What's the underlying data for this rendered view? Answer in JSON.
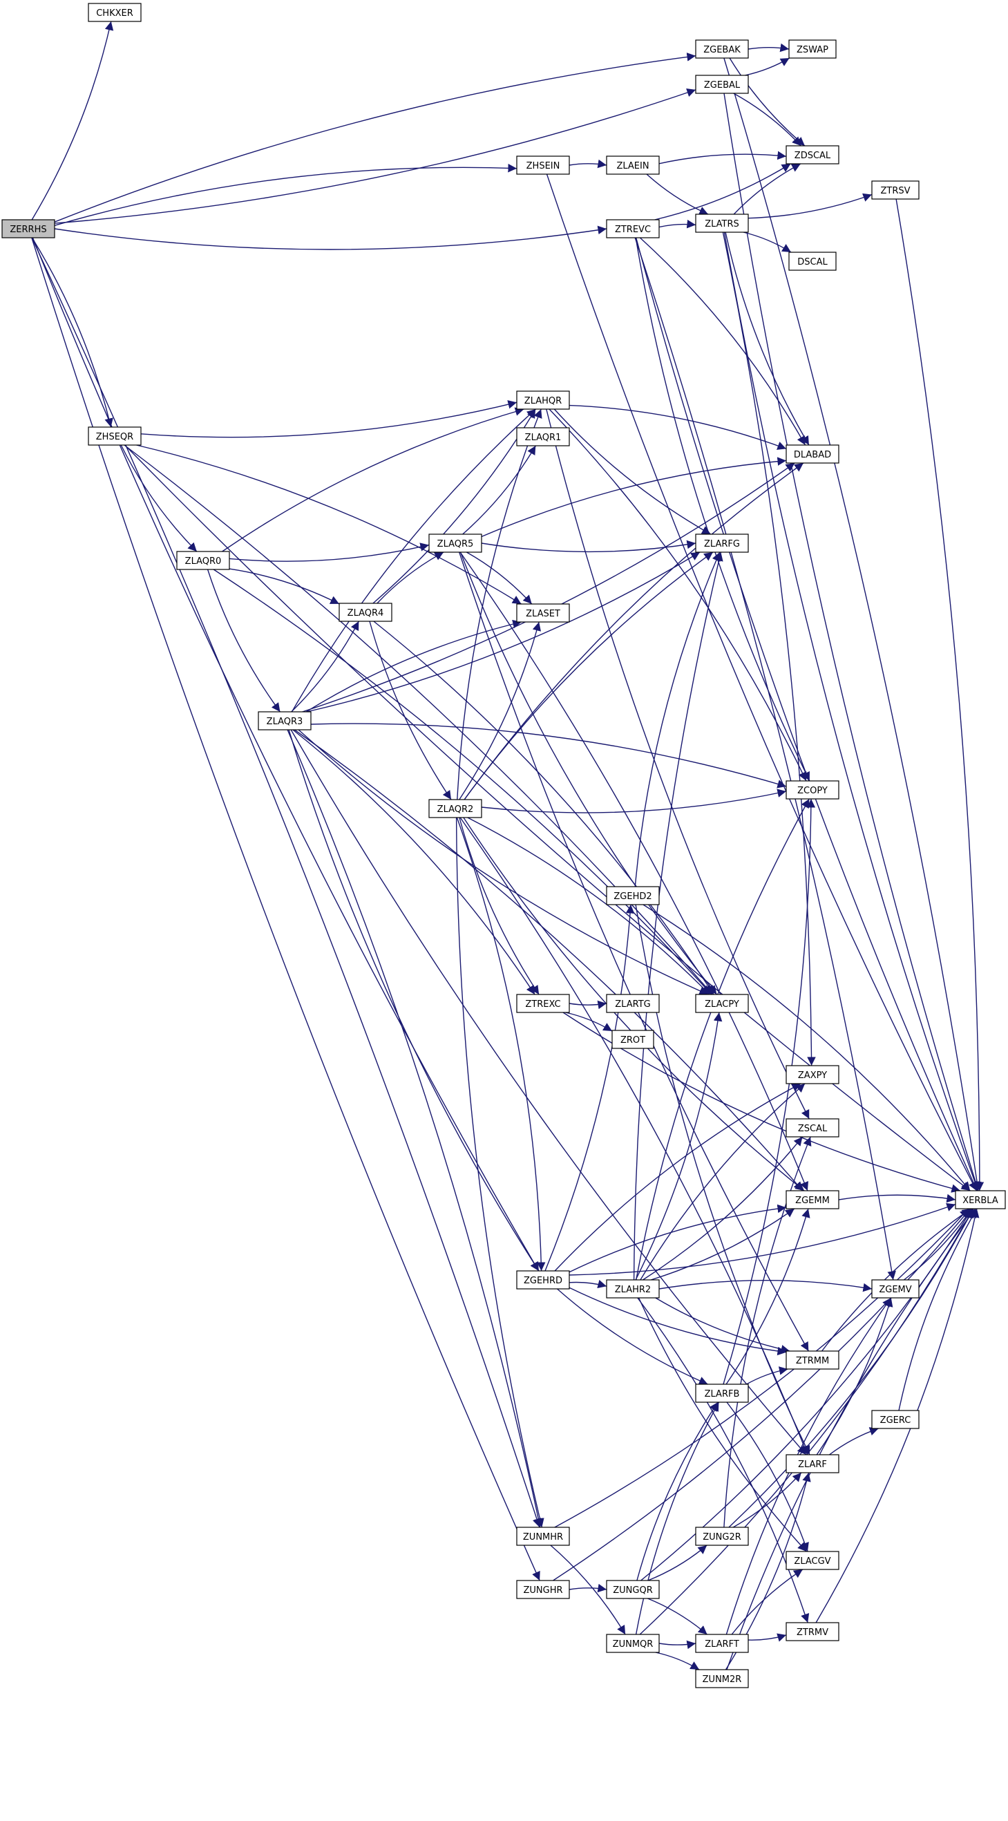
{
  "nodes": [
    {
      "id": "ZERRHS",
      "label": "ZERRHS",
      "highlight": true
    },
    {
      "id": "CHKXER",
      "label": "CHKXER"
    },
    {
      "id": "ZGEBAK",
      "label": "ZGEBAK"
    },
    {
      "id": "ZSWAP",
      "label": "ZSWAP"
    },
    {
      "id": "ZGEBAL",
      "label": "ZGEBAL"
    },
    {
      "id": "ZHSEIN",
      "label": "ZHSEIN"
    },
    {
      "id": "ZLAEIN",
      "label": "ZLAEIN"
    },
    {
      "id": "ZDSCAL",
      "label": "ZDSCAL"
    },
    {
      "id": "ZTRSV",
      "label": "ZTRSV"
    },
    {
      "id": "ZTREVC",
      "label": "ZTREVC"
    },
    {
      "id": "ZLATRS",
      "label": "ZLATRS"
    },
    {
      "id": "DSCAL",
      "label": "DSCAL"
    },
    {
      "id": "ZLAHQR",
      "label": "ZLAHQR"
    },
    {
      "id": "ZHSEQR",
      "label": "ZHSEQR"
    },
    {
      "id": "ZLAQR1",
      "label": "ZLAQR1"
    },
    {
      "id": "DLABAD",
      "label": "DLABAD"
    },
    {
      "id": "ZLAQR5",
      "label": "ZLAQR5"
    },
    {
      "id": "ZLARFG",
      "label": "ZLARFG"
    },
    {
      "id": "ZLAQR0",
      "label": "ZLAQR0"
    },
    {
      "id": "ZLAQR4",
      "label": "ZLAQR4"
    },
    {
      "id": "ZLASET",
      "label": "ZLASET"
    },
    {
      "id": "ZLAQR3",
      "label": "ZLAQR3"
    },
    {
      "id": "ZCOPY",
      "label": "ZCOPY"
    },
    {
      "id": "ZLAQR2",
      "label": "ZLAQR2"
    },
    {
      "id": "ZGEHD2",
      "label": "ZGEHD2"
    },
    {
      "id": "ZTREXC",
      "label": "ZTREXC"
    },
    {
      "id": "ZLARTG",
      "label": "ZLARTG"
    },
    {
      "id": "ZLACPY",
      "label": "ZLACPY"
    },
    {
      "id": "ZROT",
      "label": "ZROT"
    },
    {
      "id": "ZAXPY",
      "label": "ZAXPY"
    },
    {
      "id": "ZSCAL",
      "label": "ZSCAL"
    },
    {
      "id": "ZGEMM",
      "label": "ZGEMM"
    },
    {
      "id": "XERBLA",
      "label": "XERBLA"
    },
    {
      "id": "ZGEHRD",
      "label": "ZGEHRD"
    },
    {
      "id": "ZLAHR2",
      "label": "ZLAHR2"
    },
    {
      "id": "ZGEMV",
      "label": "ZGEMV"
    },
    {
      "id": "ZTRMM",
      "label": "ZTRMM"
    },
    {
      "id": "ZLARFB",
      "label": "ZLARFB"
    },
    {
      "id": "ZGERC",
      "label": "ZGERC"
    },
    {
      "id": "ZLARF",
      "label": "ZLARF"
    },
    {
      "id": "ZUNG2R",
      "label": "ZUNG2R"
    },
    {
      "id": "ZUNMHR",
      "label": "ZUNMHR"
    },
    {
      "id": "ZLACGV",
      "label": "ZLACGV"
    },
    {
      "id": "ZUNGHR",
      "label": "ZUNGHR"
    },
    {
      "id": "ZUNGQR",
      "label": "ZUNGQR"
    },
    {
      "id": "ZUNMQR",
      "label": "ZUNMQR"
    },
    {
      "id": "ZLARFT",
      "label": "ZLARFT"
    },
    {
      "id": "ZTRMV",
      "label": "ZTRMV"
    },
    {
      "id": "ZUNM2R",
      "label": "ZUNM2R"
    }
  ],
  "edges": [
    [
      "ZERRHS",
      "CHKXER"
    ],
    [
      "ZERRHS",
      "ZGEBAK"
    ],
    [
      "ZERRHS",
      "ZGEBAL"
    ],
    [
      "ZERRHS",
      "ZHSEIN"
    ],
    [
      "ZERRHS",
      "ZTREVC"
    ],
    [
      "ZERRHS",
      "ZHSEQR"
    ],
    [
      "ZERRHS",
      "ZGEHRD"
    ],
    [
      "ZERRHS",
      "ZUNMHR"
    ],
    [
      "ZERRHS",
      "ZUNGHR"
    ],
    [
      "ZGEBAK",
      "ZSWAP"
    ],
    [
      "ZGEBAK",
      "ZDSCAL"
    ],
    [
      "ZGEBAK",
      "XERBLA"
    ],
    [
      "ZGEBAL",
      "ZSWAP"
    ],
    [
      "ZGEBAL",
      "ZDSCAL"
    ],
    [
      "ZGEBAL",
      "XERBLA"
    ],
    [
      "ZHSEIN",
      "ZLAEIN"
    ],
    [
      "ZHSEIN",
      "XERBLA"
    ],
    [
      "ZLAEIN",
      "ZDSCAL"
    ],
    [
      "ZLAEIN",
      "ZLATRS"
    ],
    [
      "ZTREVC",
      "ZLATRS"
    ],
    [
      "ZTREVC",
      "ZDSCAL"
    ],
    [
      "ZTREVC",
      "DLABAD"
    ],
    [
      "ZTREVC",
      "ZCOPY"
    ],
    [
      "ZTREVC",
      "ZGEMV"
    ],
    [
      "ZTREVC",
      "XERBLA"
    ],
    [
      "ZLATRS",
      "ZDSCAL"
    ],
    [
      "ZLATRS",
      "ZTRSV"
    ],
    [
      "ZLATRS",
      "DSCAL"
    ],
    [
      "ZLATRS",
      "DLABAD"
    ],
    [
      "ZLATRS",
      "ZAXPY"
    ],
    [
      "ZLATRS",
      "XERBLA"
    ],
    [
      "ZTRSV",
      "XERBLA"
    ],
    [
      "ZHSEQR",
      "ZLAHQR"
    ],
    [
      "ZHSEQR",
      "ZLASET"
    ],
    [
      "ZHSEQR",
      "ZLAQR0"
    ],
    [
      "ZHSEQR",
      "ZLACPY"
    ],
    [
      "ZHSEQR",
      "XERBLA"
    ],
    [
      "ZLAHQR",
      "DLABAD"
    ],
    [
      "ZLAHQR",
      "ZLARFG"
    ],
    [
      "ZLAHQR",
      "ZCOPY"
    ],
    [
      "ZLAHQR",
      "ZSCAL"
    ],
    [
      "ZLAQR0",
      "ZLAHQR"
    ],
    [
      "ZLAQR0",
      "ZLAQR5"
    ],
    [
      "ZLAQR0",
      "ZLAQR4"
    ],
    [
      "ZLAQR0",
      "ZLAQR3"
    ],
    [
      "ZLAQR0",
      "ZLACPY"
    ],
    [
      "ZLAQR4",
      "ZLAHQR"
    ],
    [
      "ZLAQR4",
      "ZLAQR5"
    ],
    [
      "ZLAQR4",
      "ZLAQR2"
    ],
    [
      "ZLAQR4",
      "ZLACPY"
    ],
    [
      "ZLAQR5",
      "ZLAQR1"
    ],
    [
      "ZLAQR5",
      "DLABAD"
    ],
    [
      "ZLAQR5",
      "ZLARFG"
    ],
    [
      "ZLAQR5",
      "ZLASET"
    ],
    [
      "ZLAQR5",
      "ZLACPY"
    ],
    [
      "ZLAQR5",
      "ZGEMM"
    ],
    [
      "ZLAQR5",
      "ZTRMM"
    ],
    [
      "ZLAQR3",
      "ZLAHQR"
    ],
    [
      "ZLAQR3",
      "ZLAQR4"
    ],
    [
      "ZLAQR3",
      "ZLASET"
    ],
    [
      "ZLAQR3",
      "DLABAD"
    ],
    [
      "ZLAQR3",
      "ZCOPY"
    ],
    [
      "ZLAQR3",
      "ZLARFG"
    ],
    [
      "ZLAQR3",
      "ZTREXC"
    ],
    [
      "ZLAQR3",
      "ZLACPY"
    ],
    [
      "ZLAQR3",
      "ZGEMM"
    ],
    [
      "ZLAQR3",
      "ZGEHRD"
    ],
    [
      "ZLAQR3",
      "ZUNMHR"
    ],
    [
      "ZLAQR3",
      "ZLARF"
    ],
    [
      "ZLAQR2",
      "ZLAHQR"
    ],
    [
      "ZLAQR2",
      "ZLASET"
    ],
    [
      "ZLAQR2",
      "DLABAD"
    ],
    [
      "ZLAQR2",
      "ZCOPY"
    ],
    [
      "ZLAQR2",
      "ZLARFG"
    ],
    [
      "ZLAQR2",
      "ZTREXC"
    ],
    [
      "ZLAQR2",
      "ZLACPY"
    ],
    [
      "ZLAQR2",
      "ZGEMM"
    ],
    [
      "ZLAQR2",
      "ZGEHRD"
    ],
    [
      "ZLAQR2",
      "ZUNMHR"
    ],
    [
      "ZLAQR2",
      "ZLARF"
    ],
    [
      "ZTREXC",
      "ZLARTG"
    ],
    [
      "ZTREXC",
      "ZROT"
    ],
    [
      "ZTREXC",
      "XERBLA"
    ],
    [
      "ZGEHD2",
      "ZLARFG"
    ],
    [
      "ZGEHD2",
      "ZLARF"
    ],
    [
      "ZGEHD2",
      "XERBLA"
    ],
    [
      "ZGEHRD",
      "ZGEHD2"
    ],
    [
      "ZGEHRD",
      "ZLAHR2"
    ],
    [
      "ZGEHRD",
      "ZLARFB"
    ],
    [
      "ZGEHRD",
      "ZGEMM"
    ],
    [
      "ZGEHRD",
      "ZTRMM"
    ],
    [
      "ZGEHRD",
      "ZAXPY"
    ],
    [
      "ZGEHRD",
      "XERBLA"
    ],
    [
      "ZLAHR2",
      "ZCOPY"
    ],
    [
      "ZLAHR2",
      "ZLACPY"
    ],
    [
      "ZLAHR2",
      "ZLARFG"
    ],
    [
      "ZLAHR2",
      "ZSCAL"
    ],
    [
      "ZLAHR2",
      "ZAXPY"
    ],
    [
      "ZLAHR2",
      "ZGEMM"
    ],
    [
      "ZLAHR2",
      "ZGEMV"
    ],
    [
      "ZLAHR2",
      "ZTRMM"
    ],
    [
      "ZLAHR2",
      "ZTRMV"
    ],
    [
      "ZLAHR2",
      "ZLACGV"
    ],
    [
      "ZGEMM",
      "XERBLA"
    ],
    [
      "ZGEMV",
      "XERBLA"
    ],
    [
      "ZTRMM",
      "XERBLA"
    ],
    [
      "ZTRMV",
      "XERBLA"
    ],
    [
      "ZGERC",
      "XERBLA"
    ],
    [
      "ZLARFB",
      "ZGEMM"
    ],
    [
      "ZLARFB",
      "ZTRMM"
    ],
    [
      "ZLARFB",
      "ZCOPY"
    ],
    [
      "ZLARFB",
      "ZLACGV"
    ],
    [
      "ZLARF",
      "ZGEMV"
    ],
    [
      "ZLARF",
      "ZGERC"
    ],
    [
      "ZUNG2R",
      "ZLARF"
    ],
    [
      "ZUNG2R",
      "ZSCAL"
    ],
    [
      "ZUNG2R",
      "XERBLA"
    ],
    [
      "ZUNMHR",
      "ZUNMQR"
    ],
    [
      "ZUNMHR",
      "XERBLA"
    ],
    [
      "ZUNGHR",
      "ZUNGQR"
    ],
    [
      "ZUNGHR",
      "XERBLA"
    ],
    [
      "ZUNGQR",
      "ZLARFB"
    ],
    [
      "ZUNGQR",
      "ZUNG2R"
    ],
    [
      "ZUNGQR",
      "ZLARFT"
    ],
    [
      "ZUNGQR",
      "XERBLA"
    ],
    [
      "ZUNMQR",
      "ZLARFB"
    ],
    [
      "ZUNMQR",
      "ZLARFT"
    ],
    [
      "ZUNMQR",
      "ZUNM2R"
    ],
    [
      "ZUNMQR",
      "XERBLA"
    ],
    [
      "ZLARFT",
      "ZGEMV"
    ],
    [
      "ZLARFT",
      "ZTRMV"
    ],
    [
      "ZLARFT",
      "ZLACGV"
    ],
    [
      "ZUNM2R",
      "ZLARF"
    ],
    [
      "ZUNM2R",
      "XERBLA"
    ]
  ]
}
